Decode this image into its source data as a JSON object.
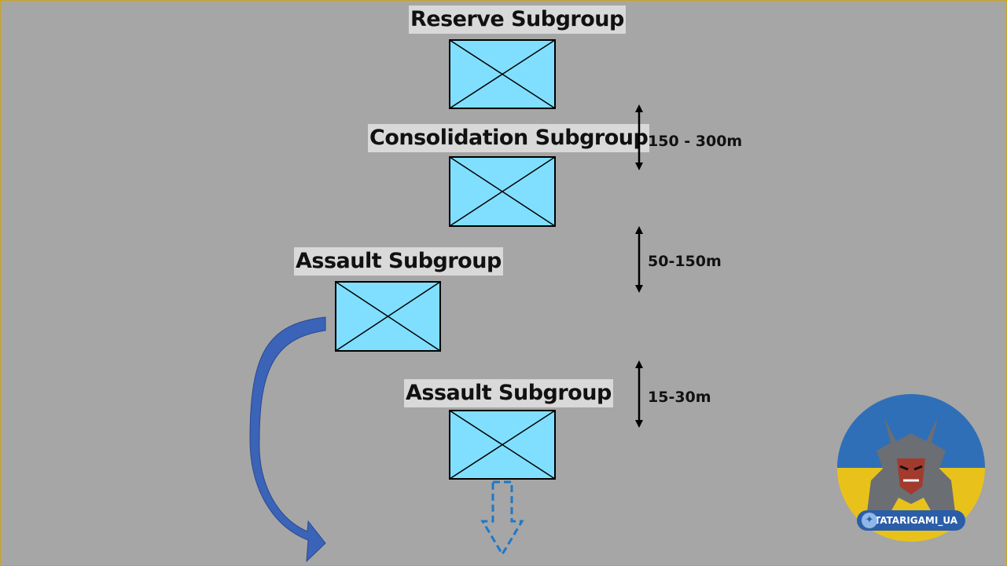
{
  "subgroups": {
    "reserve": "Reserve Subgroup",
    "consolidation": "Consolidation Subgroup",
    "assault_1": "Assault Subgroup",
    "assault_2": "Assault Subgroup"
  },
  "distances": {
    "d1": "150 - 300m",
    "d2": "50-150m",
    "d3": "15-30m"
  },
  "watermark": {
    "handle": "TATARIGAMI_UA"
  },
  "colors": {
    "background": "#a6a6a6",
    "unit_fill": "#80dfff",
    "label_bg": "#d9d9d9",
    "curved_arrow": "#3b63b8",
    "dashed_arrow": "#1f78c8",
    "flag_blue": "#2f6fb8",
    "flag_yellow": "#e8c21a"
  },
  "icons": {
    "unit": "military-unit-symbol",
    "maneuver": "curved-arrow-icon",
    "advance": "dashed-down-arrow-icon",
    "distance": "double-arrow-icon",
    "social": "twitter-icon"
  }
}
